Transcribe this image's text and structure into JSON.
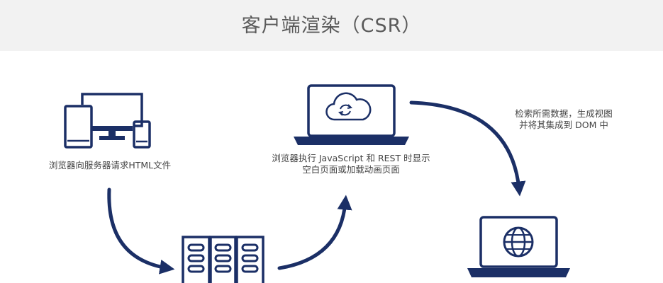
{
  "title": "客户端渲染（CSR）",
  "steps": {
    "request": "浏览器向服务器请求HTML文件",
    "blank_page": {
      "line1": "浏览器执行 JavaScript 和 REST 时显示",
      "line2": "空白页面或加载动画页面"
    },
    "fetch_data": {
      "line1": "检索所需数据，生成视图",
      "line2": "并将其集成到 DOM 中"
    }
  },
  "colors": {
    "accent": "#1b2f66",
    "header_bg": "#f2f2f2",
    "title": "#5a5a5a",
    "caption": "#444444"
  },
  "icons": [
    "devices-icon",
    "server-icon",
    "cloud-sync-laptop-icon",
    "globe-laptop-icon"
  ]
}
